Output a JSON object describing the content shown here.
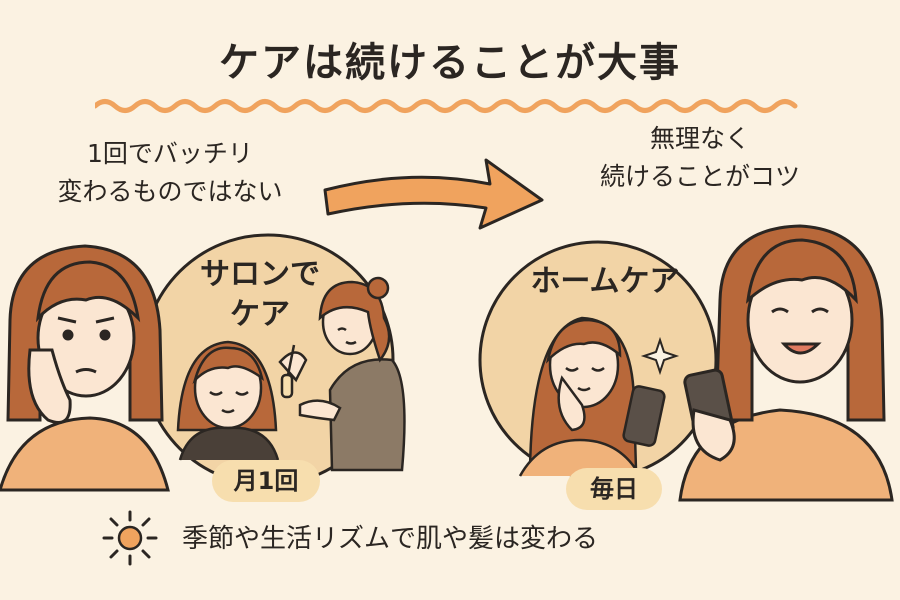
{
  "title": "ケアは続けることが大事",
  "left_caption": {
    "line1": "1回でバッチリ",
    "line2": "変わるものではない"
  },
  "right_caption": {
    "line1": "無理なく",
    "line2": "続けることがコツ"
  },
  "salon": {
    "line1": "サロンで",
    "line2": "ケア",
    "frequency": "月1回"
  },
  "home": {
    "label": "ホームケア",
    "frequency": "毎日"
  },
  "note": "季節や生活リズムで肌や髪は変わる",
  "icons": {
    "arrow": "arrow-right-icon",
    "sun": "sun-icon",
    "sparkle": "sparkle-icon"
  },
  "colors": {
    "background": "#fbf2e2",
    "accent": "#f0a35e",
    "circle": "#f2d4a6",
    "pill": "#f7deae",
    "hair": "#b8683a",
    "skin": "#fbe6d2"
  }
}
